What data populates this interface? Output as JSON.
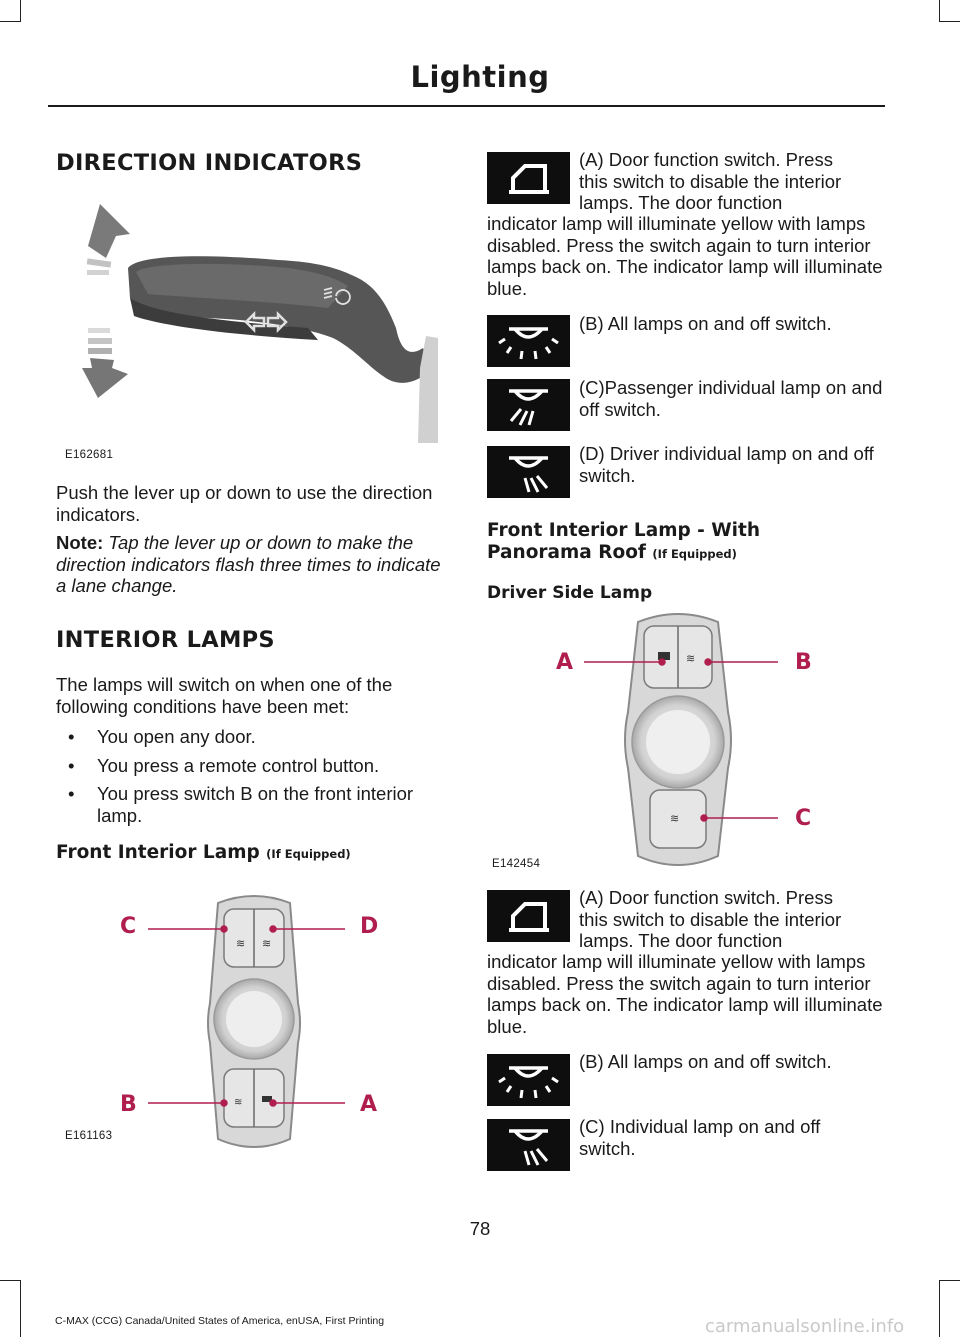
{
  "header": {
    "title": "Lighting"
  },
  "direction_indicators": {
    "heading": "DIRECTION INDICATORS",
    "figure_code": "E162681",
    "body": "Push the lever up or down to use the direction indicators.",
    "note_label": "Note:",
    "note_text": "Tap the lever up or down to make the direction indicators flash three times to indicate a lane change."
  },
  "interior_lamps": {
    "heading": "INTERIOR LAMPS",
    "intro": "The lamps will switch on when one of the following conditions have been met:",
    "bullets": [
      "You open any door.",
      "You press a remote control button.",
      "You press switch B on the front interior lamp."
    ],
    "front_lamp_heading": "Front Interior Lamp",
    "front_lamp_if_equipped": "(If Equipped)",
    "figure_code": "E161163",
    "callouts": {
      "c": "C",
      "d": "D",
      "b": "B",
      "a": "A"
    }
  },
  "right_column": {
    "a_first_line_1": "(A) Door function switch. Press",
    "a_first_line_2": "this switch to disable the interior",
    "a_first_line_3": "lamps. The door function",
    "a_rest": "indicator lamp will illuminate yellow with lamps disabled. Press the switch again to turn interior lamps back on. The indicator lamp will illuminate blue.",
    "b_text": "(B) All lamps on and off switch.",
    "c_text": "(C)Passenger individual lamp on and off switch.",
    "d_text": "(D) Driver individual lamp on and off switch.",
    "panorama_heading_1": "Front Interior Lamp - With",
    "panorama_heading_2": "Panorama Roof",
    "panorama_if_equipped": "(If Equipped)",
    "driver_side": "Driver Side Lamp",
    "figure_code": "E142454",
    "callouts": {
      "a": "A",
      "b": "B",
      "c": "C"
    },
    "a2_line_1": "(A) Door function switch. Press",
    "a2_line_2": "this switch to disable the interior",
    "a2_line_3": "lamps. The door function",
    "a2_rest": "indicator lamp will illuminate yellow with lamps disabled. Press the switch again to turn interior lamps back on. The indicator lamp will illuminate blue.",
    "b2_text": "(B) All lamps on and off switch.",
    "c2_text": "(C) Individual lamp on and off switch."
  },
  "icons": [
    "door-function-icon",
    "dome-lamp-icon",
    "passenger-lamp-icon",
    "driver-lamp-icon"
  ],
  "colors": {
    "callout": "#b01e4e",
    "icon_bg": "#0e0e0e"
  },
  "footer": {
    "page_number": "78",
    "text": "C-MAX (CCG) Canada/United States of America, enUSA, First Printing",
    "watermark": "carmanualsonline.info"
  }
}
